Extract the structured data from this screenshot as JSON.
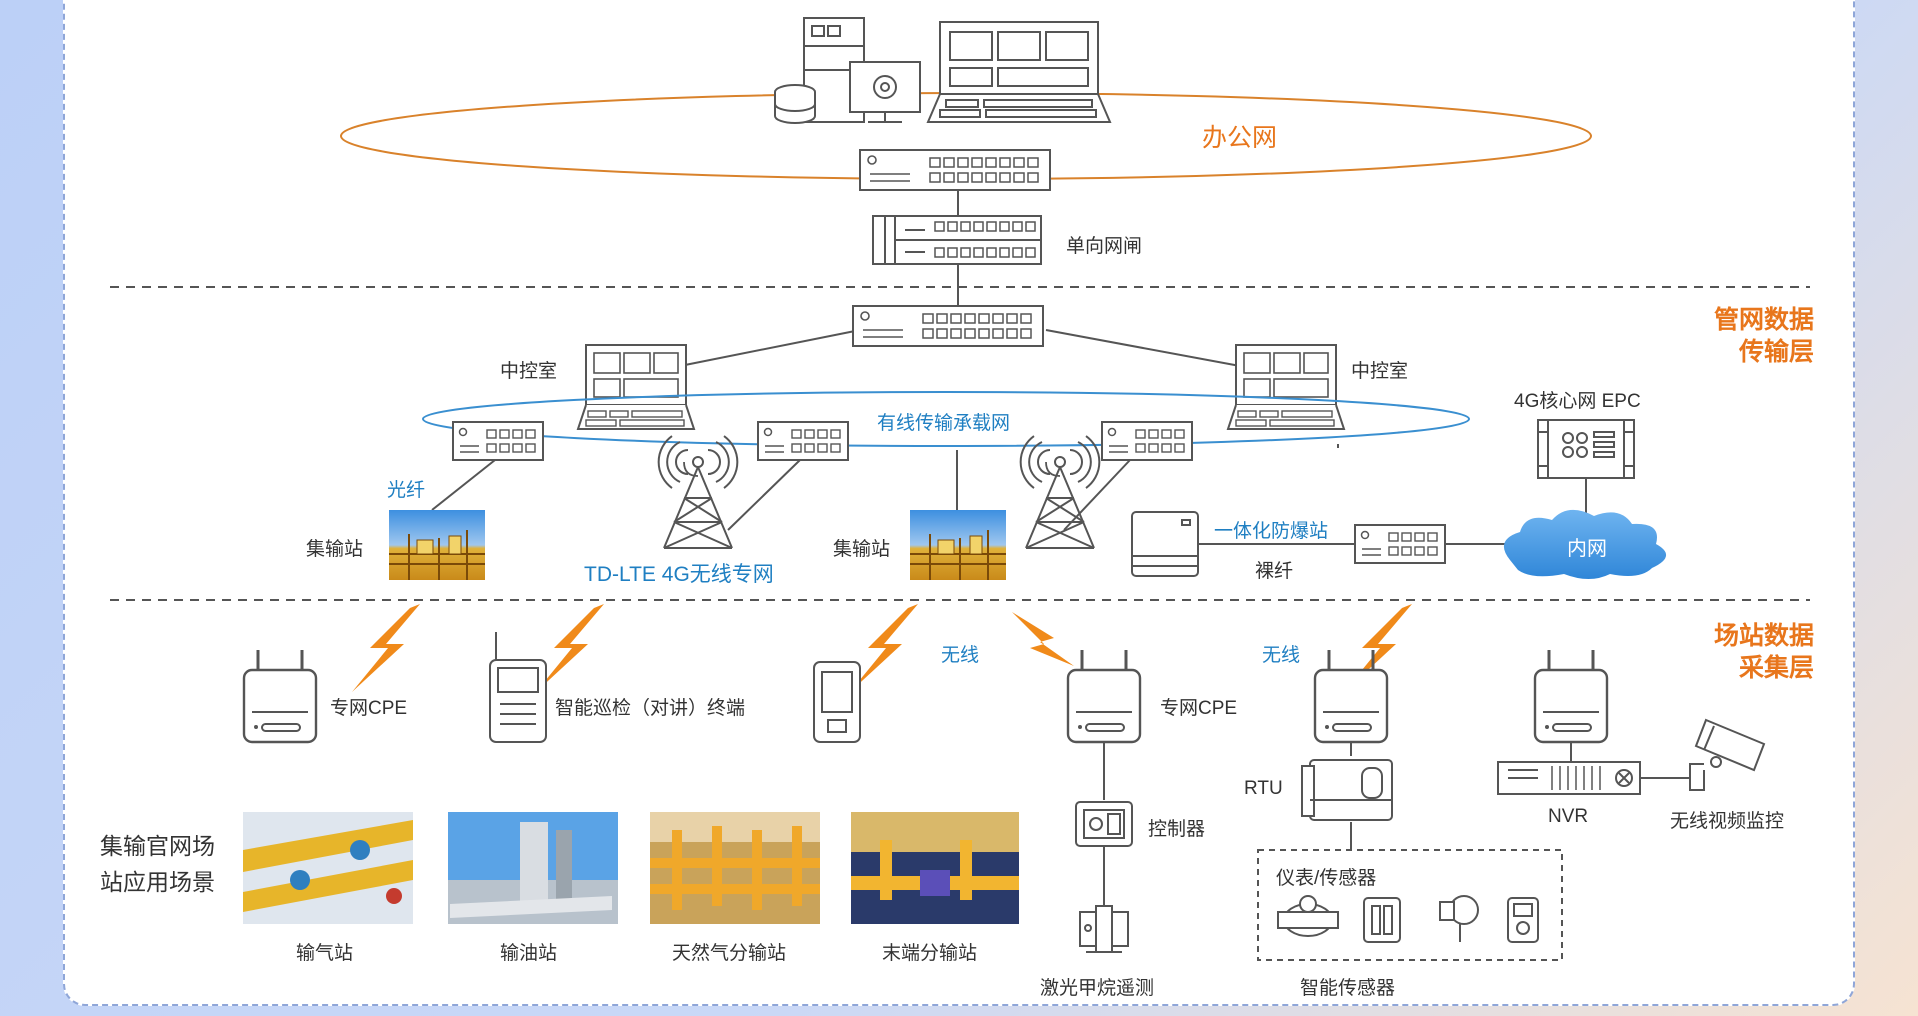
{
  "office": {
    "label": "办公网",
    "gateway_label": "单向网闸"
  },
  "layers": {
    "transport": [
      "管网数据",
      "传输层"
    ],
    "collect": [
      "场站数据",
      "采集层"
    ]
  },
  "transport": {
    "control_room_left": "中控室",
    "control_room_right": "中控室",
    "wired_network": "有线传输承载网",
    "epc": "4G核心网 EPC",
    "fiber": "光纤",
    "station_left": "集输站",
    "station_center": "集输站",
    "td_lte": "TD-LTE 4G无线专网",
    "explosion_proof_station": "一体化防爆站",
    "bare_fiber": "裸纤",
    "intranet": "内网"
  },
  "collect": {
    "cpe_left": "专网CPE",
    "patrol_terminal": "智能巡检（对讲）终端",
    "wireless_1": "无线",
    "cpe_right": "专网CPE",
    "wireless_2": "无线",
    "controller": "控制器",
    "methane": "激光甲烷遥测",
    "rtu": "RTU",
    "instruments_title": "仪表/传感器",
    "smart_sensor": "智能传感器",
    "nvr": "NVR",
    "video": "无线视频监控"
  },
  "scenarios": {
    "title": [
      "集输官网场",
      "站应用场景"
    ],
    "items": [
      "输气站",
      "输油站",
      "天然气分输站",
      "末端分输站"
    ]
  },
  "colors": {
    "orange": "#e8761c",
    "blue": "#1f7fc2",
    "line": "#555555",
    "cloud": "#4a9ee0"
  }
}
